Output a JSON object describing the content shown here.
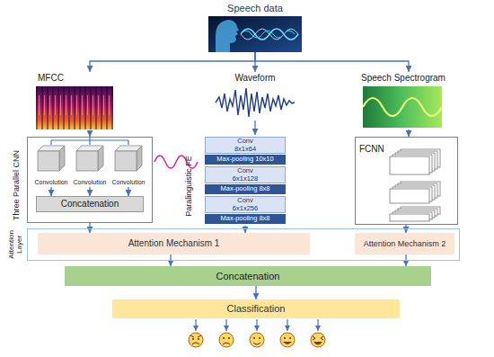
{
  "diagram": {
    "nodes": [
      {
        "text": [
          "Speech data"
        ]
      },
      {
        "text": [
          "MFCC"
        ]
      },
      {
        "text": [
          "Waveform"
        ]
      },
      {
        "text": [
          "Speech Spectrogram"
        ]
      },
      {
        "text": [
          "Three Parallel CNN"
        ]
      },
      {
        "text": [
          "Convolution"
        ],
        "in": 4
      },
      {
        "text": [
          "Convolution"
        ],
        "in": 4
      },
      {
        "text": [
          "Convolution"
        ],
        "in": 4
      },
      {
        "text": [
          "Concatenation"
        ],
        "in": 4
      },
      {
        "text": [
          "Paralinguistic FE"
        ]
      },
      {
        "text": [
          "Conv 8x1x64"
        ],
        "in": 9
      },
      {
        "text": [
          "Max-pooling 10x10"
        ],
        "in": 9
      },
      {
        "text": [
          "Conv 6x1x128"
        ],
        "in": 9
      },
      {
        "text": [
          "Max-pooling 8x8"
        ],
        "in": 9
      },
      {
        "text": [
          "Conv 6x1x256"
        ],
        "in": 9
      },
      {
        "text": [
          "Max-pooling 8x8"
        ],
        "in": 9
      },
      {
        "text": [
          "FCNN"
        ]
      },
      {
        "text": [
          "Attention Layer"
        ]
      },
      {
        "text": [
          "Attention Mechanism 1"
        ],
        "in": 17
      },
      {
        "text": [
          "Attention Mechanism 2"
        ],
        "in": 17
      },
      {
        "text": [
          "Concatenation"
        ]
      },
      {
        "text": [
          "Classification"
        ]
      }
    ],
    "edges": [
      {
        "from": 0,
        "to": 1,
        "arrow": "to"
      },
      {
        "from": 0,
        "to": 2,
        "arrow": "to"
      },
      {
        "from": 0,
        "to": 3,
        "arrow": "to"
      },
      {
        "from": 1,
        "to": 4,
        "arrow": "to"
      },
      {
        "from": 2,
        "to": 9,
        "arrow": "to"
      },
      {
        "from": 3,
        "to": 16,
        "arrow": "to"
      },
      {
        "from": 4,
        "to": 18,
        "arrow": "to"
      },
      {
        "from": 9,
        "to": 18,
        "arrow": "to"
      },
      {
        "from": 16,
        "to": 19,
        "arrow": "to"
      },
      {
        "from": 5,
        "to": 8,
        "arrow": "to"
      },
      {
        "from": 6,
        "to": 8,
        "arrow": "to"
      },
      {
        "from": 7,
        "to": 8,
        "arrow": "to"
      },
      {
        "from": 18,
        "to": 20,
        "arrow": "to"
      },
      {
        "from": 19,
        "to": 20,
        "arrow": "to"
      },
      {
        "from": 20,
        "to": 21,
        "arrow": "to"
      }
    ]
  }
}
